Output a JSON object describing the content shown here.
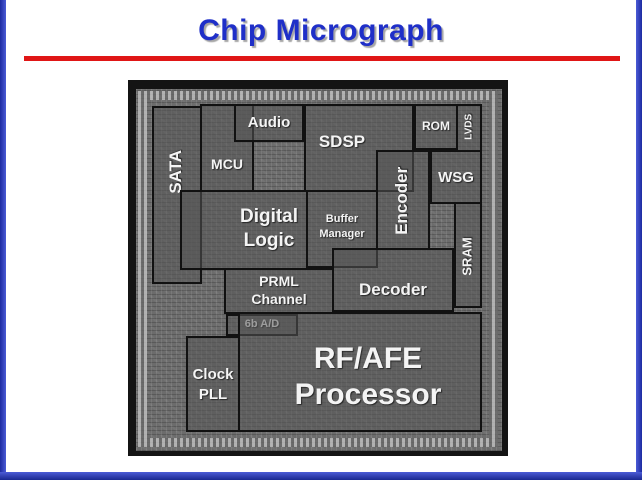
{
  "slide": {
    "title": "Chip Micrograph"
  },
  "colors": {
    "title": "#1f2fc8",
    "rule": "#e01616",
    "frame": "#2a3ab8"
  },
  "blocks": {
    "sata": "SATA",
    "mcu": "MCU",
    "audio": "Audio",
    "sdsp": "SDSP",
    "rom": "ROM",
    "lvds": "LVDS",
    "encoder": "Encoder",
    "wsg": "WSG",
    "digital_logic_1": "Digital",
    "digital_logic_2": "Logic",
    "buffer_manager_1": "Buffer",
    "buffer_manager_2": "Manager",
    "sram": "SRAM",
    "prml_1": "PRML",
    "prml_2": "Channel",
    "decoder": "Decoder",
    "adc": "6b A/D",
    "clock_1": "Clock",
    "clock_2": "PLL",
    "rf_1": "RF/AFE",
    "rf_2": "Processor"
  }
}
